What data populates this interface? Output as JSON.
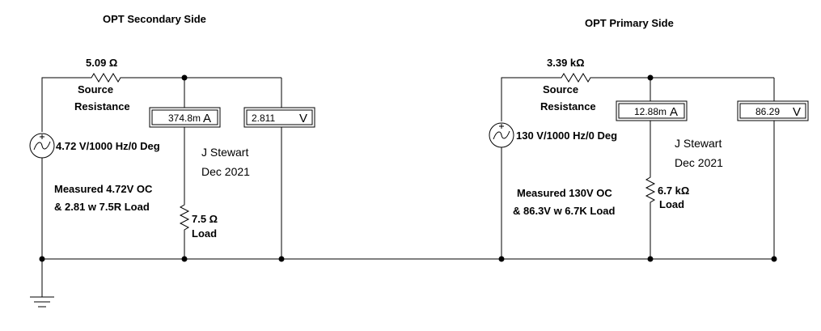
{
  "secondary": {
    "title": "OPT Secondary Side",
    "source_resistor_value": "5.09 Ω",
    "source_resistor_name_1": "Source",
    "source_resistor_name_2": "Resistance",
    "ammeter_value": "374.8m",
    "ammeter_unit": "A",
    "voltmeter_value": "2.811",
    "voltmeter_unit": "V",
    "source_label": "4.72 V/1000 Hz/0 Deg",
    "author": "J Stewart",
    "date": "Dec 2021",
    "note_1": "Measured 4.72V OC",
    "note_2": "& 2.81 w 7.5R Load",
    "load_value": "7.5 Ω",
    "load_name": "Load"
  },
  "primary": {
    "title": "OPT Primary Side",
    "source_resistor_value": "3.39 kΩ",
    "source_resistor_name_1": "Source",
    "source_resistor_name_2": "Resistance",
    "ammeter_value": "12.88m",
    "ammeter_unit": "A",
    "voltmeter_value": "86.29",
    "voltmeter_unit": "V",
    "source_label": "130 V/1000 Hz/0 Deg",
    "author": "J Stewart",
    "date": "Dec 2021",
    "note_1": "Measured 130V OC",
    "note_2": "& 86.3V w 6.7K Load",
    "load_value": "6.7 kΩ",
    "load_name": "Load"
  }
}
